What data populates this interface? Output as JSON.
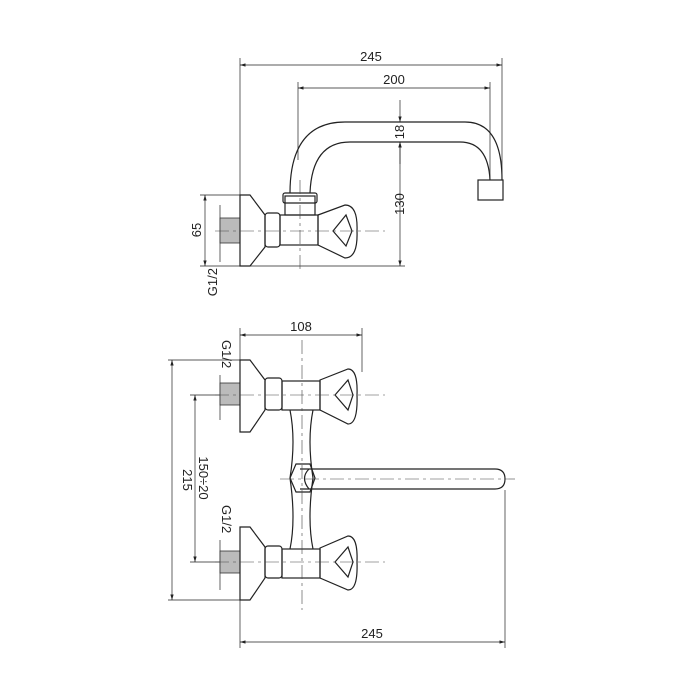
{
  "side_view": {
    "dim_overall_width": "245",
    "dim_spout_reach": "200",
    "dim_spout_thickness": "18",
    "dim_spout_height": "130",
    "dim_flange_height": "65",
    "thread_label": "G1/2"
  },
  "front_view": {
    "dim_handle_offset": "108",
    "thread_label_top": "G1/2",
    "thread_label_bottom": "G1/2",
    "dim_overall_height": "215",
    "dim_center_distance": "150÷20",
    "dim_overall_width": "245"
  }
}
